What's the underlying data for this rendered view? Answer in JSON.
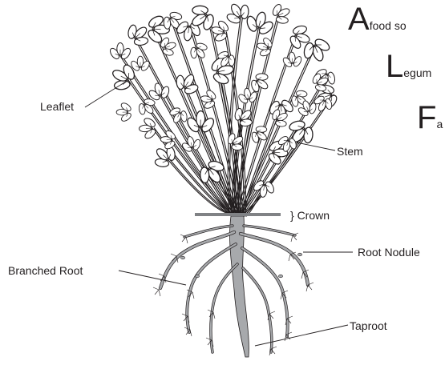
{
  "labels": {
    "leaflet": "Leaflet",
    "stem": "Stem",
    "crown": "} Crown",
    "root_nodule": "Root Nodule",
    "branched_root": "Branched Root",
    "taproot": "Taproot"
  },
  "acronym": [
    {
      "letter": "A",
      "rest": "food so"
    },
    {
      "letter": "L",
      "rest": "egum"
    },
    {
      "letter": "F",
      "rest": "a"
    }
  ],
  "colors": {
    "line": "#231f20",
    "root": "#a7a9ac",
    "ground": "#808285"
  }
}
